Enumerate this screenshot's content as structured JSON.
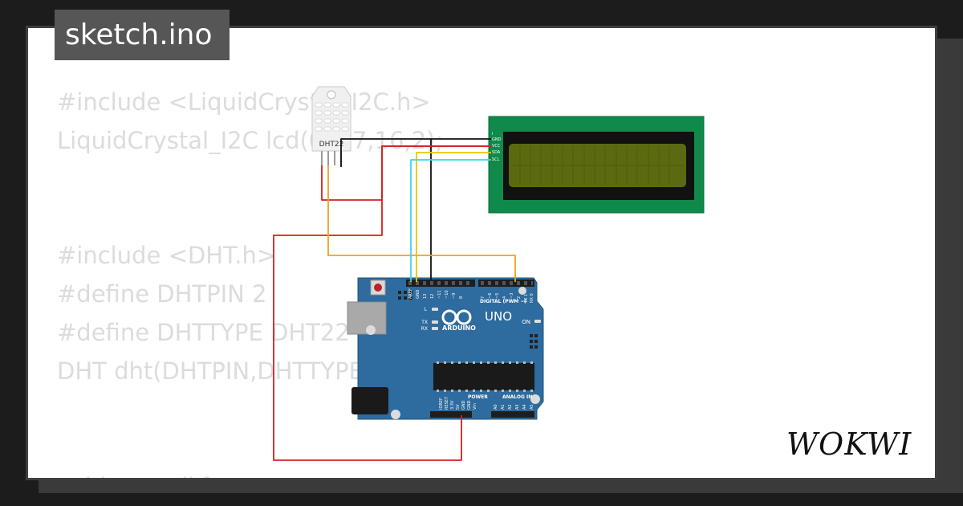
{
  "file_tab": {
    "title": "sketch.ino"
  },
  "code_lines": [
    "#include <LiquidCrystal_I2C.h>",
    "LiquidCrystal_I2C lcd(0x27,16,2);",
    "",
    "",
    "#include <DHT.h>",
    "#define DHTPIN 2",
    "#define DHTTYPE DHT22",
    "DHT dht(DHTPIN,DHTTYPE);",
    "",
    "",
    "void setup(){"
  ],
  "sensor": {
    "label": "DHT22"
  },
  "lcd": {
    "pins": [
      "I",
      "GND",
      "VCC",
      "SDA",
      "SCL"
    ],
    "pcb_color": "#0f8a4a",
    "screen_color": "#5b6a10"
  },
  "arduino": {
    "brand": "ARDUINO",
    "model": "UNO",
    "digital_label": "DIGITAL (PWM ~)",
    "power_label": "POWER",
    "analog_label": "ANALOG IN",
    "led_l": "L",
    "led_tx": "TX",
    "led_rx": "RX",
    "on_label": "ON",
    "top_pin_labels": [
      "AREF",
      "GND",
      "13",
      "12",
      "~11",
      "~10",
      "~9",
      "8",
      "7",
      "~6",
      "~5",
      "4",
      "~3",
      "2",
      "TX 1",
      "RX 0"
    ],
    "power_pin_labels": [
      "IOREF",
      "RESET",
      "3.3V",
      "5V",
      "GND",
      "GND",
      "Vin"
    ],
    "analog_pin_labels": [
      "A0",
      "A1",
      "A2",
      "A3",
      "A4",
      "A5"
    ],
    "board_color": "#2e6b9e"
  },
  "wire_colors": {
    "red": "#d32020",
    "black": "#111111",
    "yellow": "#f2c200",
    "cyan": "#3cd6e6",
    "orange": "#f0a020"
  },
  "brand_logo": {
    "text": "WOKWI"
  }
}
